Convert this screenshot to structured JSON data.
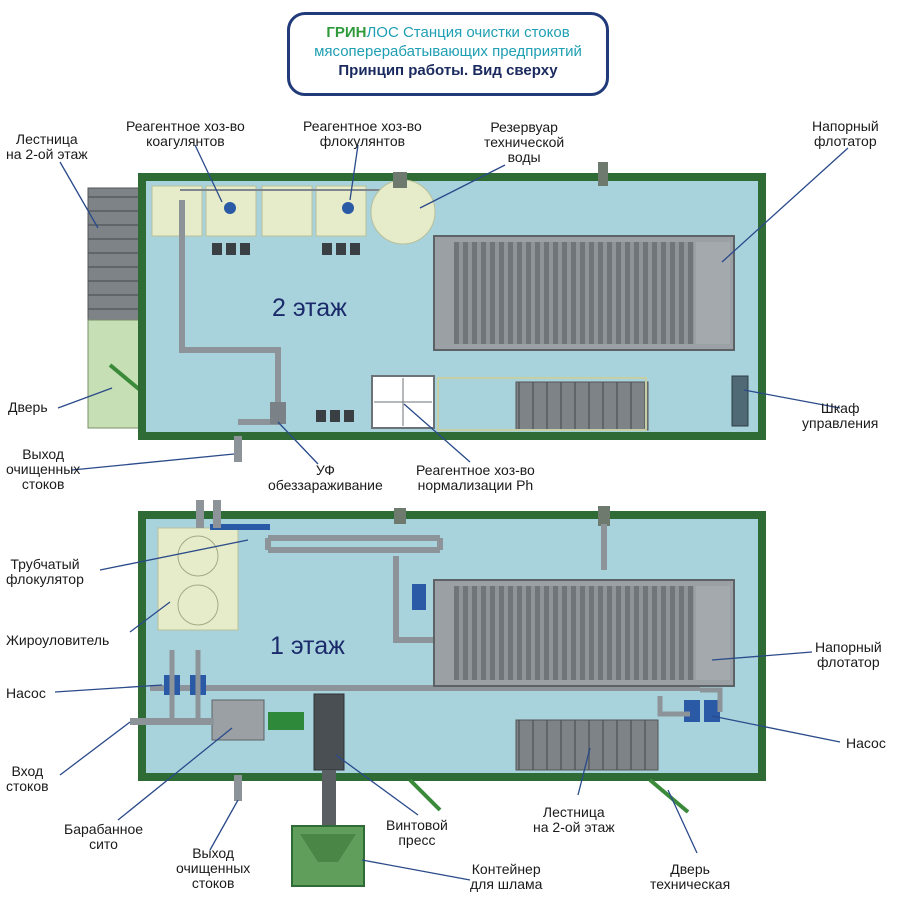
{
  "title": {
    "brand_part1": "ГРИН",
    "brand_part2": "ЛОС",
    "line1_rest": " Станция очистки стоков",
    "line2": "мясоперерабатывающих предприятий",
    "line3": "Принцип работы. Вид сверху"
  },
  "floor2": {
    "label": "2 этаж",
    "labels": {
      "stairs": "Лестница\nна 2-ой этаж",
      "coag": "Реагентное хоз-во\nкоагулянтов",
      "floc": "Реагентное хоз-во\nфлокулянтов",
      "tank": "Резервуар\nтехнической\nводы",
      "flotator": "Напорный\nфлотатор",
      "door": "Дверь",
      "outlet": "Выход\nочищенных\nстоков",
      "uv": "УФ\nобеззараживание",
      "ph": "Реагентное хоз-во\nнормализации Ph",
      "cabinet": "Шкаф\nуправления"
    }
  },
  "floor1": {
    "label": "1 этаж",
    "labels": {
      "flocculator": "Трубчатый\nфлокулятор",
      "grease": "Жироуловитель",
      "pump_left": "Насос",
      "inlet": "Вход\nстоков",
      "drum": "Барабанное\nсито",
      "outlet": "Выход\nочищенных\nстоков",
      "screw": "Винтовой\nпресс",
      "container": "Контейнер\nдля шлама",
      "stairs": "Лестница\nна 2-ой этаж",
      "door": "Дверь\nтехническая",
      "flotator": "Напорный\nфлотатор",
      "pump_right": "Насос"
    }
  },
  "colors": {
    "floor": "#a9d3dc",
    "wall": "#2f6b34",
    "equipment": "#e6ecc9",
    "flotator": "#7a7f82",
    "pipe": "#8c9499",
    "leader": "#2a4a8a"
  }
}
